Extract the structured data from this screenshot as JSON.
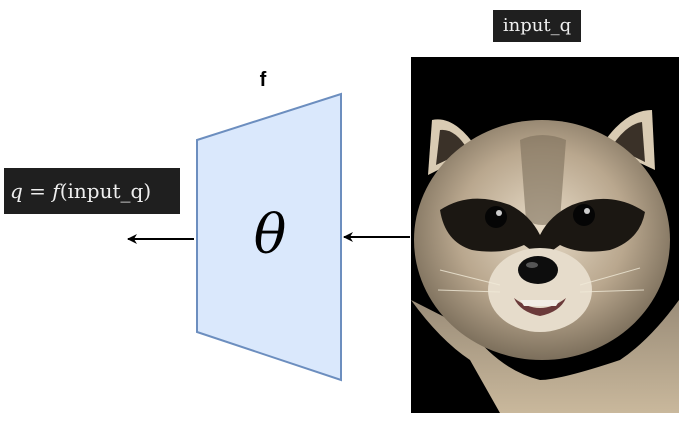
{
  "diagram": {
    "input_label": "input_q",
    "function_name": "f",
    "parameter_symbol": "θ",
    "output_label": {
      "lhs": "q",
      "equals": " = ",
      "fn": "f",
      "arg_open": "(",
      "arg": "input_q",
      "arg_close": ")"
    },
    "input_image": "raccoon-photo",
    "colors": {
      "encoder_fill": "#dae8fc",
      "encoder_stroke": "#6c8ebf",
      "label_bg": "#1f1f1f",
      "arrow": "#000000"
    }
  }
}
